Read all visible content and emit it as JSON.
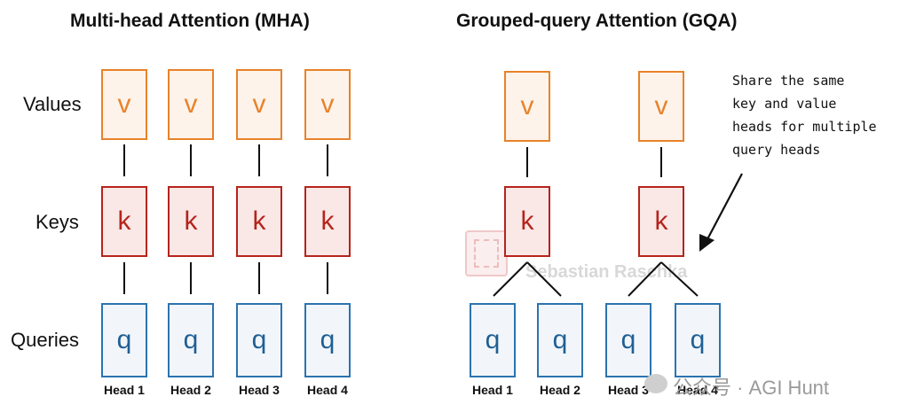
{
  "mha": {
    "title": "Multi-head Attention (MHA)",
    "row_labels": {
      "values": "Values",
      "keys": "Keys",
      "queries": "Queries"
    },
    "value_letter": "v",
    "key_letter": "k",
    "query_letter": "q",
    "heads": [
      "Head 1",
      "Head 2",
      "Head 3",
      "Head 4"
    ]
  },
  "gqa": {
    "title": "Grouped-query Attention (GQA)",
    "value_letter": "v",
    "key_letter": "k",
    "query_letter": "q",
    "heads": [
      "Head 1",
      "Head 2",
      "Head 3",
      "Head 4"
    ],
    "annotation": [
      "Share the same",
      "key and value",
      "heads for multiple",
      "query heads"
    ]
  },
  "watermark": {
    "author": "Sebastian Raschka",
    "footer": "公众号 · AGI Hunt"
  },
  "colors": {
    "value": "#e8822a",
    "key": "#b5241c",
    "query": "#2b74b0"
  }
}
